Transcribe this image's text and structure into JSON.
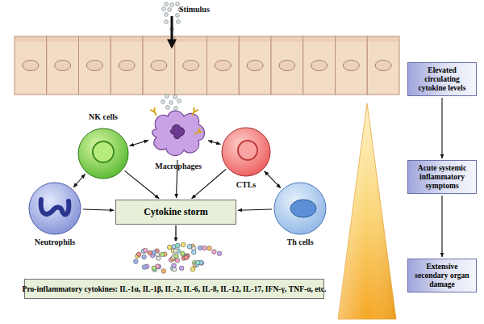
{
  "diagram": {
    "nodes": [
      {
        "text": [
          "Macrophages"
        ]
      },
      {
        "text": [
          "NK cells"
        ]
      },
      {
        "text": [
          "CTLs"
        ]
      },
      {
        "text": [
          "Neutrophils"
        ]
      },
      {
        "text": [
          "Th cells"
        ]
      },
      {
        "text": [
          "Cytokine storm"
        ]
      },
      {
        "text": [
          "Pro-inflammatory cytokines: IL-1α, IL-1β, IL-2, IL-6, IL-8, IL-12, IL-17, IFN-γ, TNF-α, etc."
        ]
      },
      {
        "text": [
          "Elevated circulating cytokine levels"
        ]
      },
      {
        "text": [
          "Acute systemic inflammatory symptoms"
        ]
      },
      {
        "text": [
          "Extensive secondary organ damage"
        ]
      }
    ],
    "edges": [
      {
        "from": 1,
        "to": 0,
        "arrow": "both"
      },
      {
        "from": 0,
        "to": 2,
        "arrow": "both"
      },
      {
        "from": 3,
        "to": 1,
        "arrow": "both"
      },
      {
        "from": 2,
        "to": 4,
        "arrow": "both"
      },
      {
        "from": 0,
        "to": 5,
        "arrow": "to"
      },
      {
        "from": 1,
        "to": 5,
        "arrow": "to"
      },
      {
        "from": 2,
        "to": 5,
        "arrow": "to"
      },
      {
        "from": 3,
        "to": 5,
        "arrow": "to"
      },
      {
        "from": 4,
        "to": 5,
        "arrow": "to"
      },
      {
        "from": 7,
        "to": 8,
        "arrow": "to"
      },
      {
        "from": 8,
        "to": 9,
        "arrow": "to"
      }
    ],
    "labels": [
      "Stimulus"
    ]
  }
}
